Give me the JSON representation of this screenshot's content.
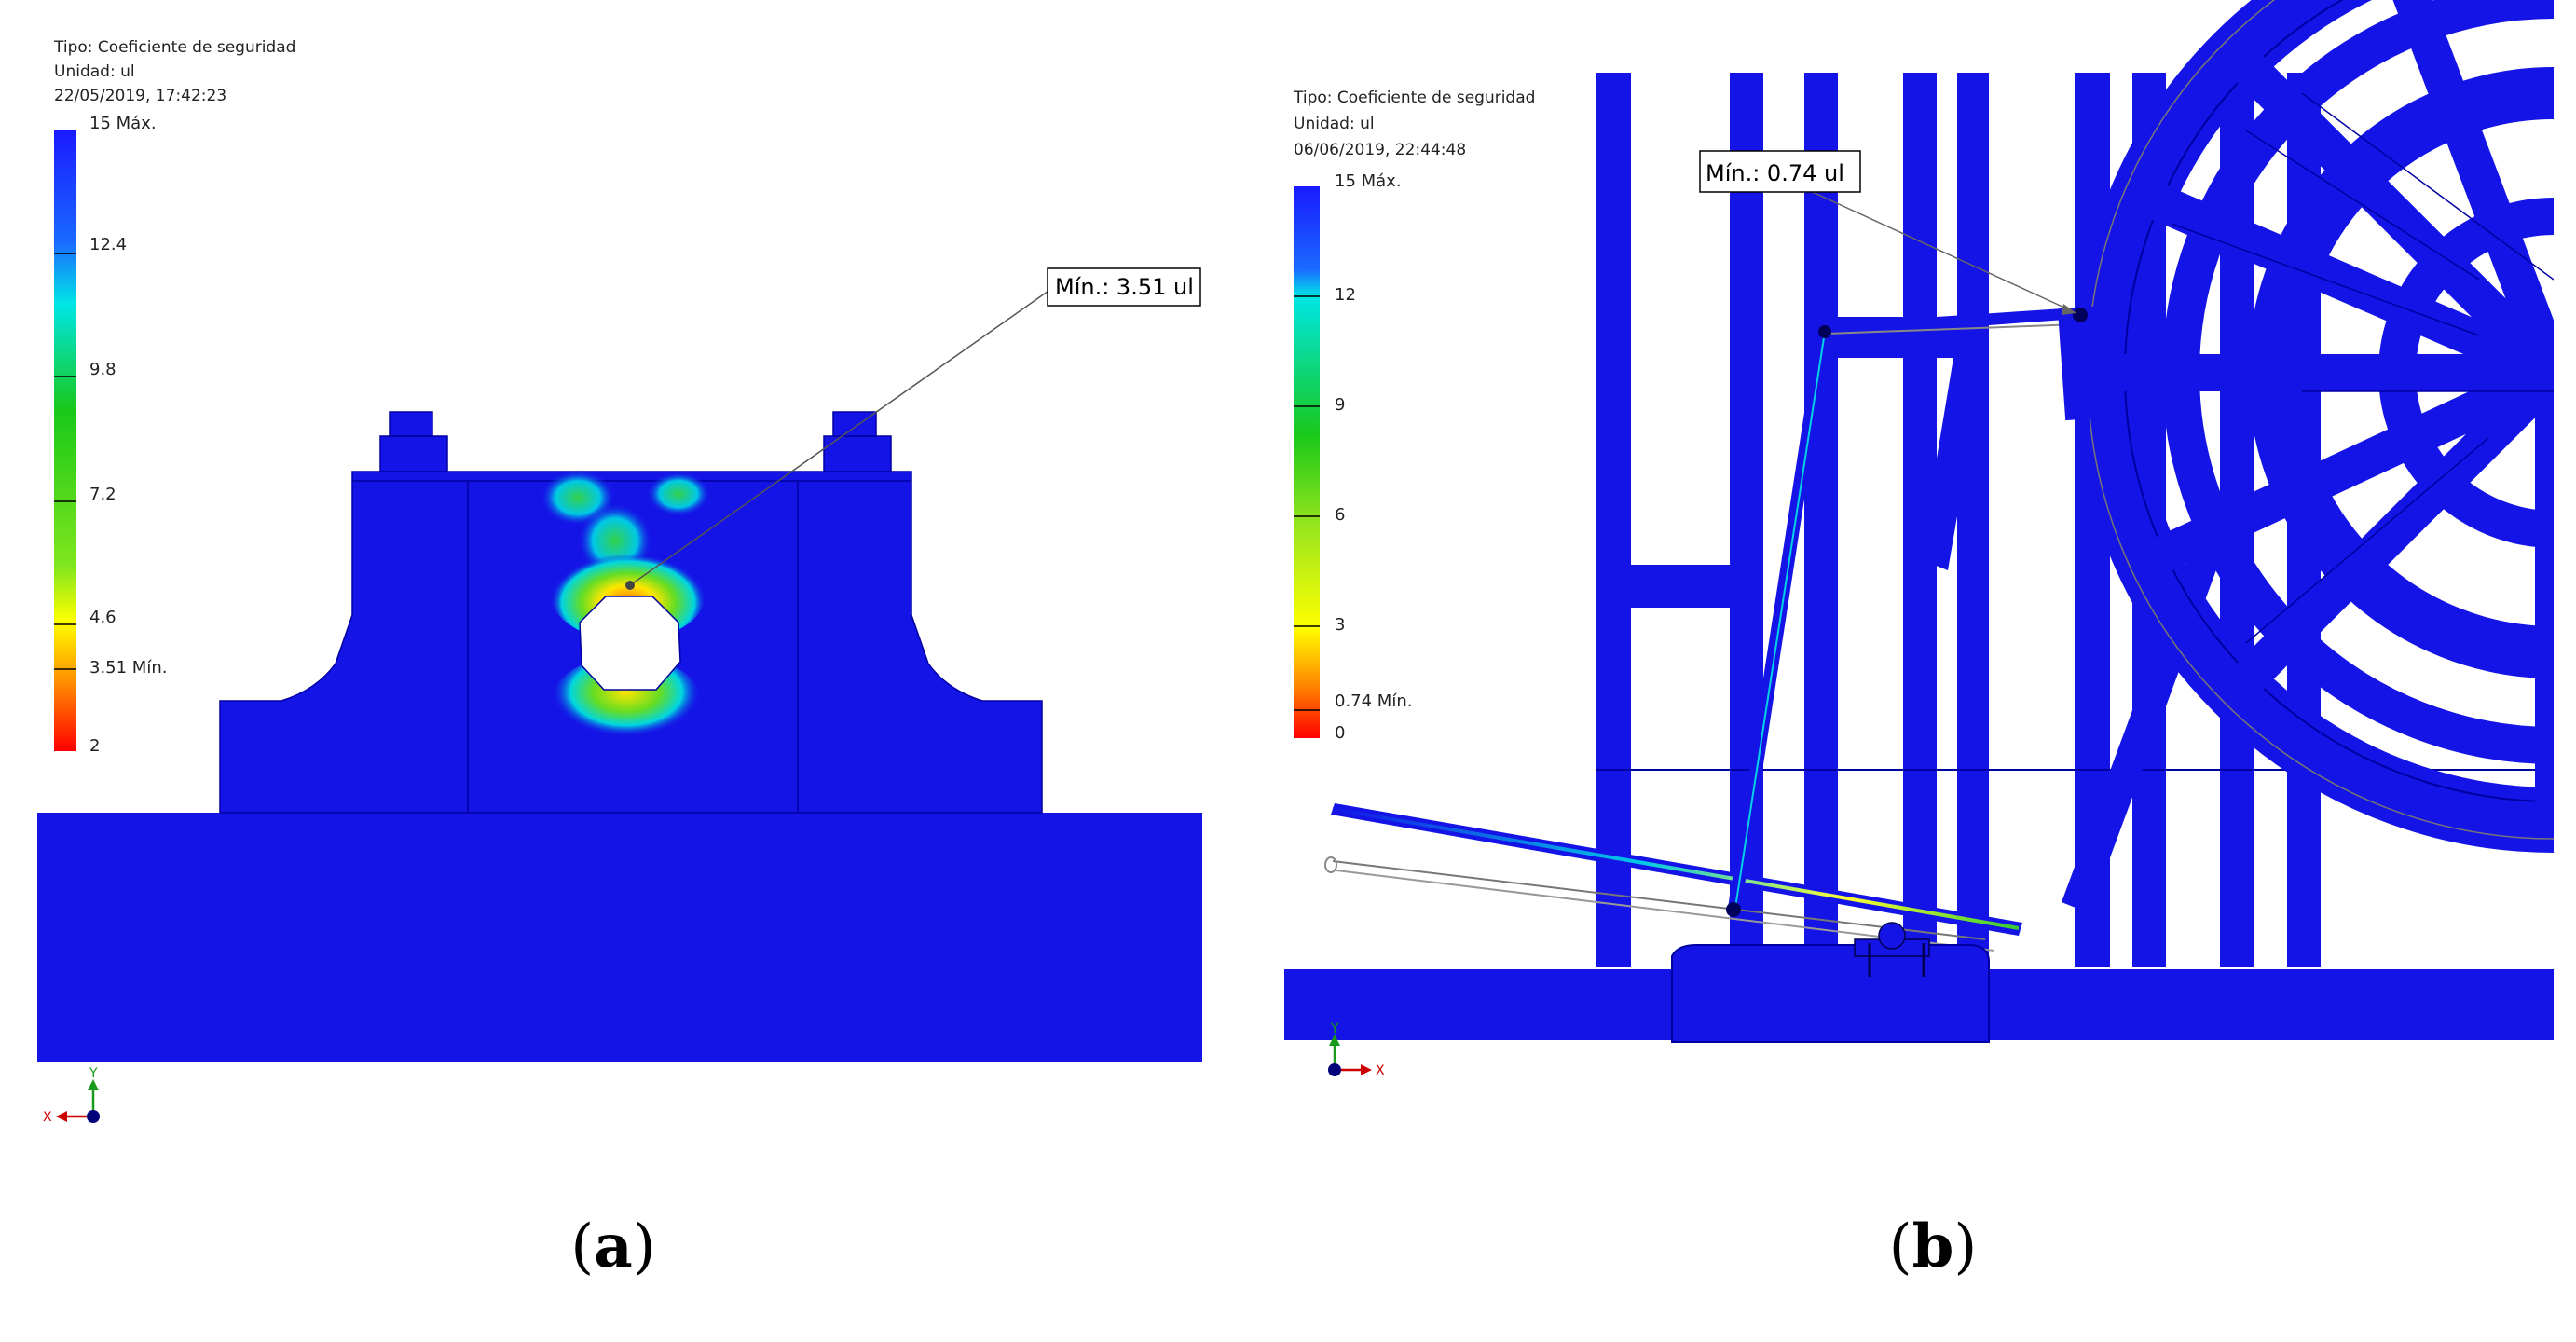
{
  "panel_a": {
    "legend": {
      "type_line": "Tipo: Coeficiente de seguridad",
      "unit_line": "Unidad: ul",
      "date_line": "22/05/2019, 17:42:23",
      "ticks": [
        "15 Máx.",
        "12.4",
        "9.8",
        "7.2",
        "4.6",
        "3.51 Mín.",
        "2"
      ]
    },
    "callout": "Mín.: 3.51 ul",
    "axis": {
      "y": "Y",
      "x": "X"
    },
    "label_open": "(",
    "label_letter": "a",
    "label_close": ")"
  },
  "panel_b": {
    "legend": {
      "type_line": "Tipo: Coeficiente de seguridad",
      "unit_line": "Unidad: ul",
      "date_line": "06/06/2019, 22:44:48",
      "ticks": [
        "15 Máx.",
        "12",
        "9",
        "6",
        "3",
        "0.74 Mín.",
        "0"
      ]
    },
    "callout": "Mín.: 0.74 ul",
    "axis": {
      "y": "Y",
      "x": "X"
    },
    "label_open": "(",
    "label_letter": "b",
    "label_close": ")"
  },
  "colors": {
    "body_blue": "#1414e6",
    "scale_top": "#1a1aff",
    "scale_cyan": "#00e6e6",
    "scale_green": "#19c819",
    "scale_yellow": "#ffff00",
    "scale_orange": "#ff8c00",
    "scale_red": "#ff0000"
  }
}
